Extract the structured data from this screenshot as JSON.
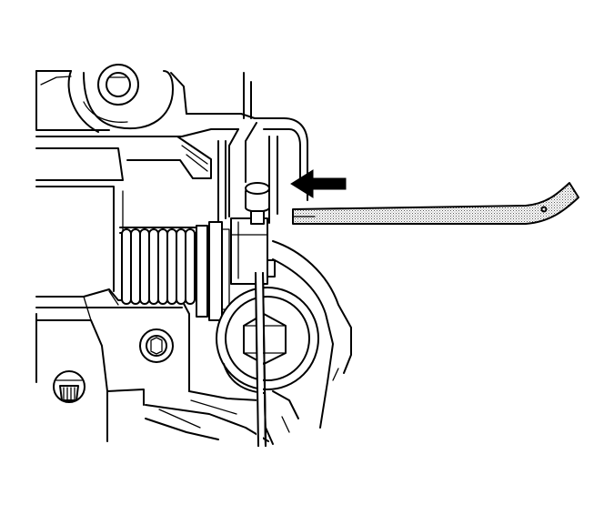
{
  "diagram": {
    "type": "technical-line-illustration",
    "style": "black line art on white background",
    "colors": {
      "line": "#000000",
      "background": "#ffffff",
      "tool_stipple": "#bdbdbd"
    },
    "components": [
      "upper-round-boss",
      "housing-frame",
      "coil-spring",
      "spring-retainer-plate",
      "small-pin-cap",
      "sliding-block",
      "adjuster-nut",
      "hex-socket-plug",
      "star-washer",
      "tension-rod",
      "flat-blade-tool",
      "direction-arrow"
    ],
    "arrow_direction": "left",
    "labels": []
  }
}
